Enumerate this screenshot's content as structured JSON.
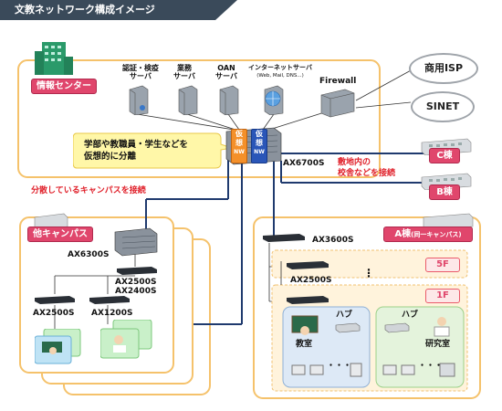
{
  "title": "文教ネットワーク構成イメージ",
  "info_center": {
    "label": "情報センター",
    "servers": [
      {
        "line1": "認証・検疫",
        "line2": "サーバ"
      },
      {
        "line1": "業務",
        "line2": "サーバ"
      },
      {
        "line1": "OAN",
        "line2": "サーバ"
      },
      {
        "line1": "インターネットサーバ",
        "line2": "(Web, Mail, DNS...)"
      }
    ],
    "firewall": "Firewall",
    "callout": {
      "line1": "学部や教職員・学生などを",
      "line2": "仮想的に分離"
    },
    "vnw1": {
      "line1": "仮",
      "line2": "想",
      "line3": "NW"
    },
    "vnw2": {
      "line1": "仮",
      "line2": "想",
      "line3": "NW"
    },
    "core_switch": "AX6700S"
  },
  "external": [
    {
      "label": "商用ISP"
    },
    {
      "label": "SINET"
    }
  ],
  "buildings": [
    {
      "label": "C棟"
    },
    {
      "label": "B棟"
    }
  ],
  "notes": {
    "campus_connect": "分散しているキャンパスを接続",
    "building_connect_1": "敷地内の",
    "building_connect_2": "校舎などを接続"
  },
  "other_campus": {
    "label": "他キャンパス",
    "core": "AX6300S",
    "dist_1": "AX2500S",
    "dist_2": "AX2400S",
    "edge_1": "AX2500S",
    "edge_2": "AX1200S"
  },
  "a_building": {
    "label": "A棟",
    "sublabel": "(同一キャンパス)",
    "core": "AX3600S",
    "floor_switch": "AX2500S",
    "floor_top": "5F",
    "floor_bottom": "1F",
    "dots": "⋮",
    "classroom": {
      "room": "教室",
      "hub": "ハブ",
      "dots": "・・・"
    },
    "lab": {
      "room": "研究室",
      "hub": "ハブ",
      "dots": "・・・"
    }
  },
  "colors": {
    "header": "#3a4a5a",
    "orange_border": "#f5c26b",
    "pink_badge": "#e0466c",
    "navy_line": "#1f3a6e",
    "green_building": "#2a9a6a"
  }
}
